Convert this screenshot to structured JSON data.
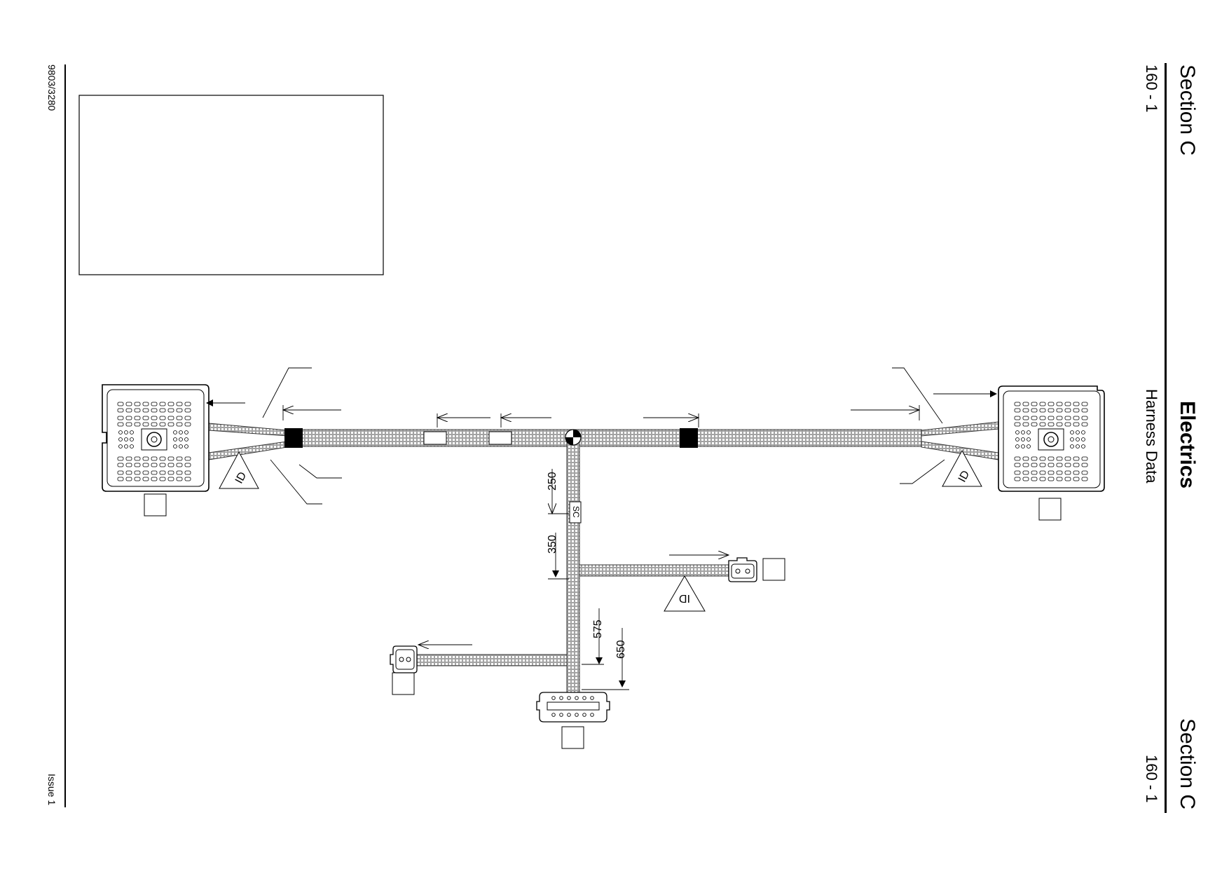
{
  "header": {
    "section_top": "Section C",
    "page_top": "160 - 1",
    "title": "Electrics",
    "subtitle": "Harness Data",
    "section_bottom": "Section C",
    "page_bottom": "160 - 1"
  },
  "footer": {
    "doc_number": "9803/3280",
    "issue": "Issue 1"
  },
  "diagram": {
    "dim_250": "250",
    "dim_350": "350",
    "dim_575": "575",
    "dim_650": "650",
    "splice_label": "SC",
    "id_tag": "ID"
  }
}
